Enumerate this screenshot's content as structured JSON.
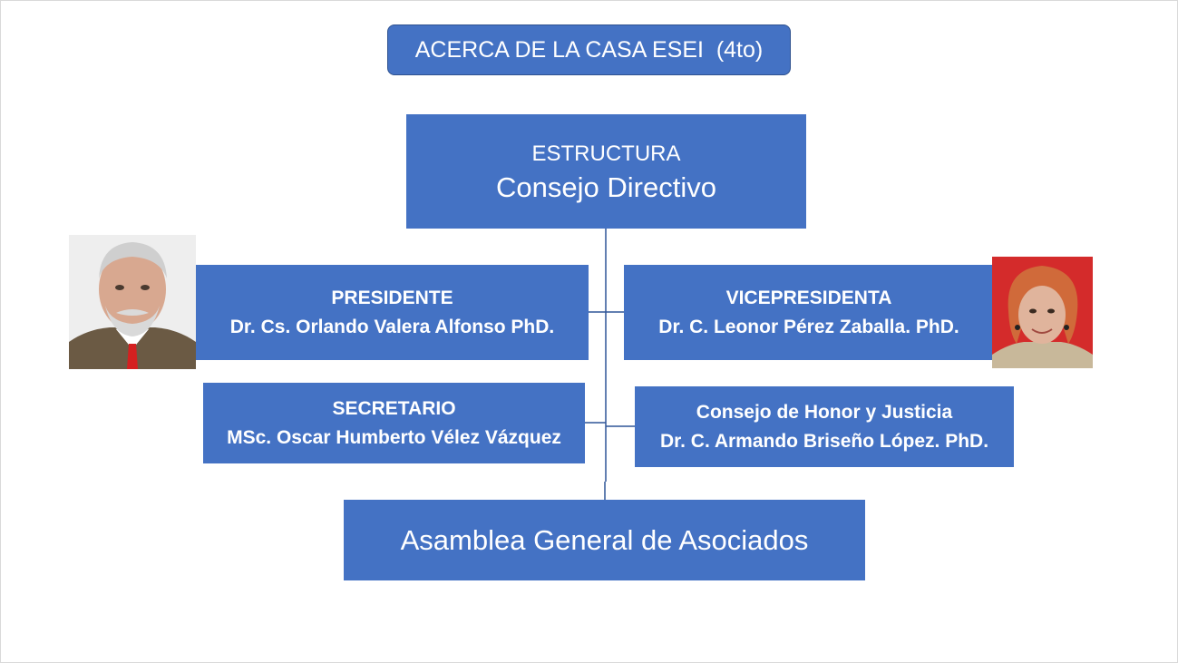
{
  "slide": {
    "title": "ACERCA DE LA CASA ESEI  (4to)"
  },
  "org_chart": {
    "top": {
      "kicker": "ESTRUCTURA",
      "name": "Consejo Directivo"
    },
    "president": {
      "role": "PRESIDENTE",
      "person": "Dr. Cs. Orlando Valera Alfonso PhD."
    },
    "vice_president": {
      "role": "VICEPRESIDENTA",
      "person": "Dr. C. Leonor Pérez Zaballa. PhD."
    },
    "secretary": {
      "role": "SECRETARIO",
      "person": "MSc. Oscar Humberto Vélez Vázquez"
    },
    "honor_council": {
      "role": "Consejo de Honor y Justicia",
      "person": "Dr. C. Armando Briseño López. PhD."
    },
    "assembly": {
      "name": "Asamblea General de Asociados"
    }
  },
  "colors": {
    "box_fill": "#4472c4",
    "box_border": "#2f528f",
    "connector": "#2f5597",
    "text": "#ffffff",
    "female_photo_background": "#d42b2b"
  },
  "photos": {
    "president_icon": "portrait-photo-man",
    "vice_president_icon": "portrait-photo-woman"
  }
}
